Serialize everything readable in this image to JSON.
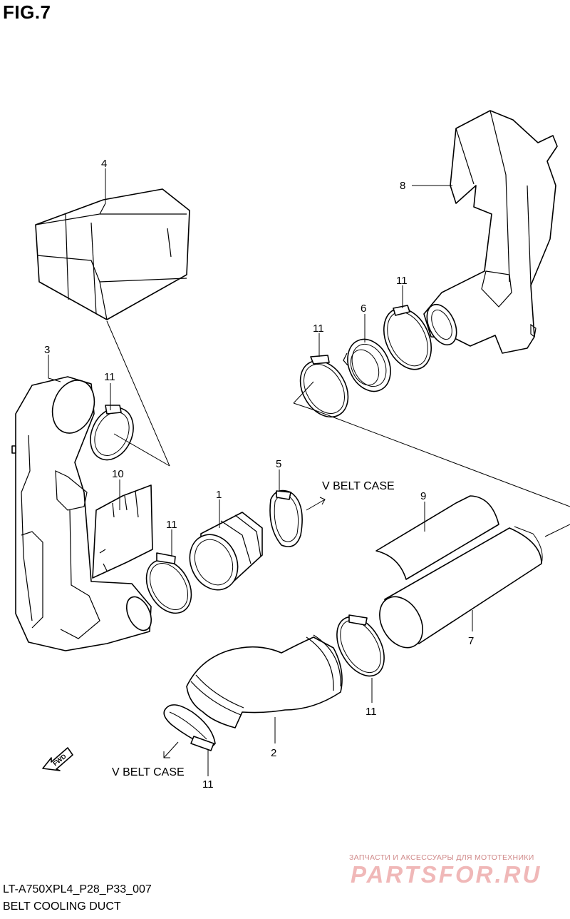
{
  "figure": {
    "title": "FIG.7"
  },
  "footer": {
    "code": "LT-A750XPL4_P28_P33_007",
    "description": "BELT COOLING DUCT"
  },
  "callouts": {
    "part_1": "1",
    "part_2": "2",
    "part_3": "3",
    "part_4": "4",
    "part_5": "5",
    "part_6": "6",
    "part_7": "7",
    "part_8": "8",
    "part_9": "9",
    "part_10": "10",
    "part_11_a": "11",
    "part_11_b": "11",
    "part_11_c": "11",
    "part_11_d": "11",
    "part_11_e": "11",
    "part_11_f": "11"
  },
  "notes": {
    "vbelt_upper": "V BELT CASE",
    "vbelt_lower": "V BELT CASE"
  },
  "fwd_badge": "FWD",
  "watermark": {
    "tagline": "ЗАПЧАСТИ И АКСЕССУАРЫ ДЛЯ МОТОТЕХНИКИ",
    "logo": "PARTSFOR.RU"
  },
  "colors": {
    "ink": "#000000",
    "watermark": "#f0b8b8"
  }
}
